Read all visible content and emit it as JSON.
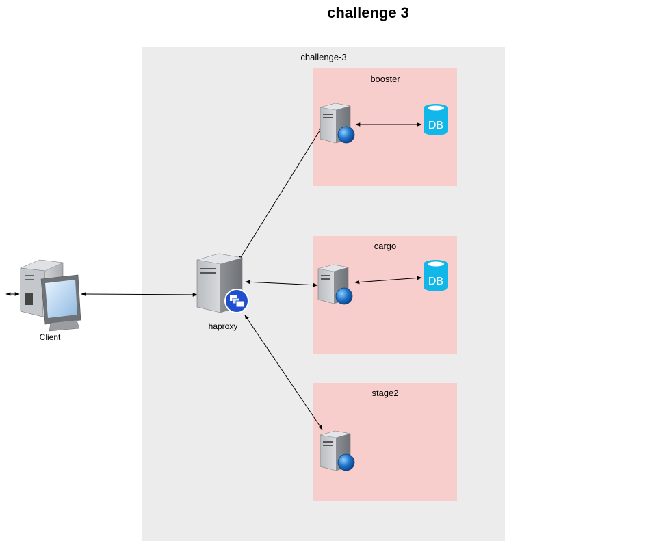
{
  "diagram": {
    "title": "challenge 3",
    "group_label": "challenge-3",
    "services": [
      {
        "label": "booster",
        "has_db": true,
        "db_label": "DB"
      },
      {
        "label": "cargo",
        "has_db": true,
        "db_label": "DB"
      },
      {
        "label": "stage2",
        "has_db": false
      }
    ],
    "client_label": "Client",
    "proxy_label": "haproxy"
  },
  "colors": {
    "group_bg": "#ececec",
    "service_bg": "#f8cecc",
    "db": "#10b7e8",
    "globe": "#1e73c8",
    "proxy_badge": "#1f4fcf"
  },
  "icons": [
    "client-computer-icon",
    "haproxy-server-icon",
    "web-server-icon",
    "database-icon",
    "globe-icon",
    "load-balancer-badge-icon"
  ]
}
